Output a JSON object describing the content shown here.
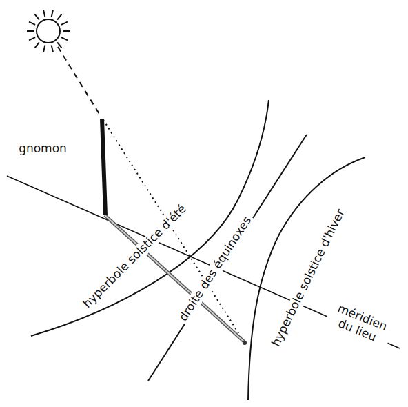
{
  "diagram": {
    "labels": [
      "gnomon",
      "hyperbole solstice d'été",
      "droite des équinoxes",
      "hyperbole solstice d'hiver",
      "méridien du lieu"
    ]
  }
}
